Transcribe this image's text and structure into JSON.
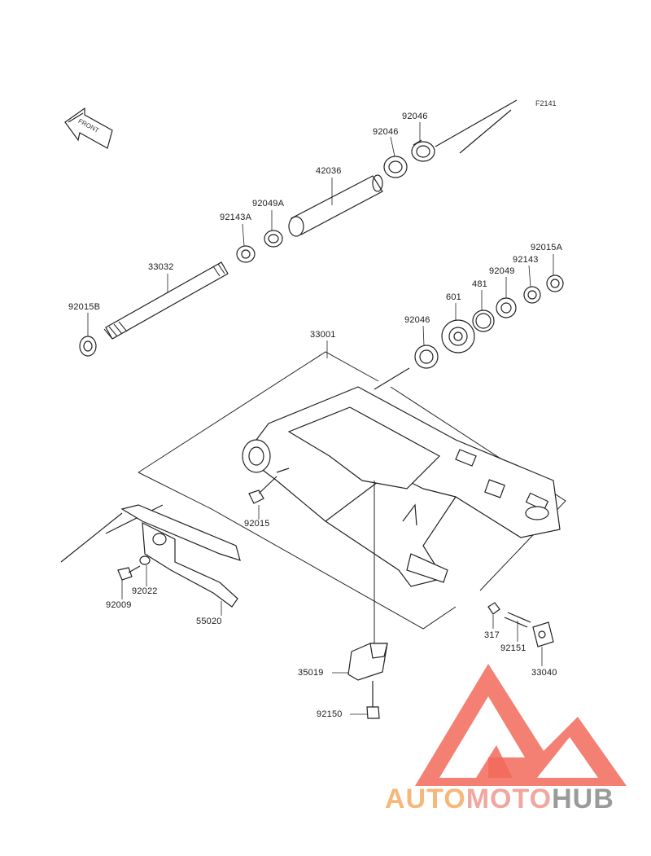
{
  "figure_code": "F2141",
  "front_label": "FRONT",
  "parts": {
    "p92046a": "92046",
    "p92046b": "92046",
    "p42036": "42036",
    "p92049A": "92049A",
    "p92143A": "92143A",
    "p33032": "33032",
    "p92015B": "92015B",
    "p92015A": "92015A",
    "p92143": "92143",
    "p92049": "92049",
    "p481": "481",
    "p601": "601",
    "p92046c": "92046",
    "p33001": "33001",
    "p92015": "92015",
    "p92022": "92022",
    "p92009": "92009",
    "p55020": "55020",
    "p317": "317",
    "p92151": "92151",
    "p33040": "33040",
    "p35019": "35019",
    "p92150": "92150"
  },
  "watermark": {
    "part1": "AUTO",
    "part2": "MOTO",
    "part3": "HUB",
    "colors": {
      "triangle": "#f26a5c",
      "auto": "#f5b87a",
      "moto": "#f0a7a0",
      "hub": "#9a9a9a"
    }
  }
}
